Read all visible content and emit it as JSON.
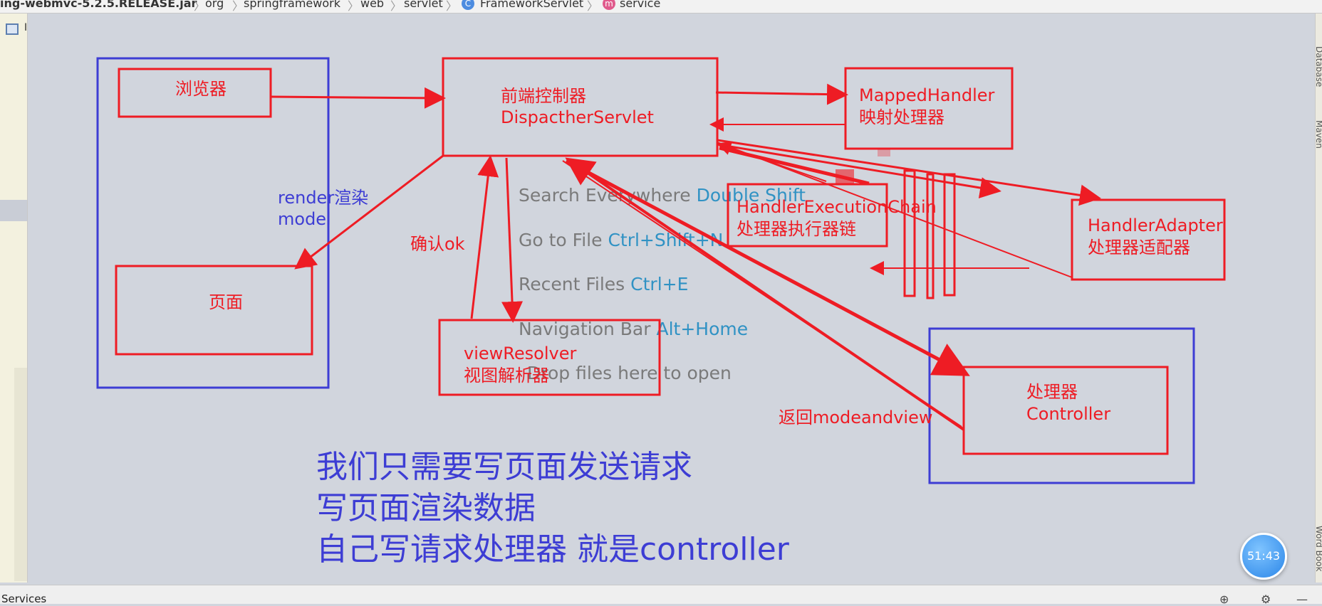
{
  "breadcrumb": {
    "items": [
      "ing-webmvc-5.2.5.RELEASE.jar",
      "org",
      "springframework",
      "web",
      "servlet",
      "FrameworkServlet",
      "service"
    ],
    "class_badge": "C",
    "method_badge": "m"
  },
  "left_panel": {
    "project_letter": "I"
  },
  "right_panel": {
    "tool_windows": [
      "Database",
      "Maven",
      "Word Book"
    ]
  },
  "empty_editor_hints": [
    {
      "label": "Search Everywhere",
      "key": "Double Shift"
    },
    {
      "label": "Go to File",
      "key": "Ctrl+Shift+N"
    },
    {
      "label": "Recent Files",
      "key": "Ctrl+E"
    },
    {
      "label": "Navigation Bar",
      "key": "Alt+Home"
    },
    {
      "label": "Drop files here to open",
      "key": ""
    }
  ],
  "diagram": {
    "browser": "浏览器",
    "page": "页面",
    "dispatcher_line1": "前端控制器",
    "dispatcher_line2": "DispactherServlet",
    "mapped_line1": "MappedHandler",
    "mapped_line2": "映射处理器",
    "chain_line1": "HandlerExecutionChain",
    "chain_line2": "处理器执行器链",
    "adapter_line1": "HandlerAdapter",
    "adapter_line2": "处理器适配器",
    "resolver_line1": "viewResolver",
    "resolver_line2": "视图解析器",
    "controller_line1": "处理器",
    "controller_line2": "Controller",
    "render_line1": "render渲染",
    "render_line2": "model",
    "confirm": "确认ok",
    "return_label": "返回modeandview",
    "note_line1": "我们只需要写页面发送请求",
    "note_line2": "写页面渲染数据",
    "note_line3": "自己写请求处理器  就是controller"
  },
  "status": {
    "services": "Services",
    "timer": "51:43"
  },
  "colors": {
    "annotation_red": "#ee1c24",
    "annotation_blue": "#3d3dd4",
    "hint_key": "#3092c4",
    "canvas": "#d1d5dd"
  }
}
